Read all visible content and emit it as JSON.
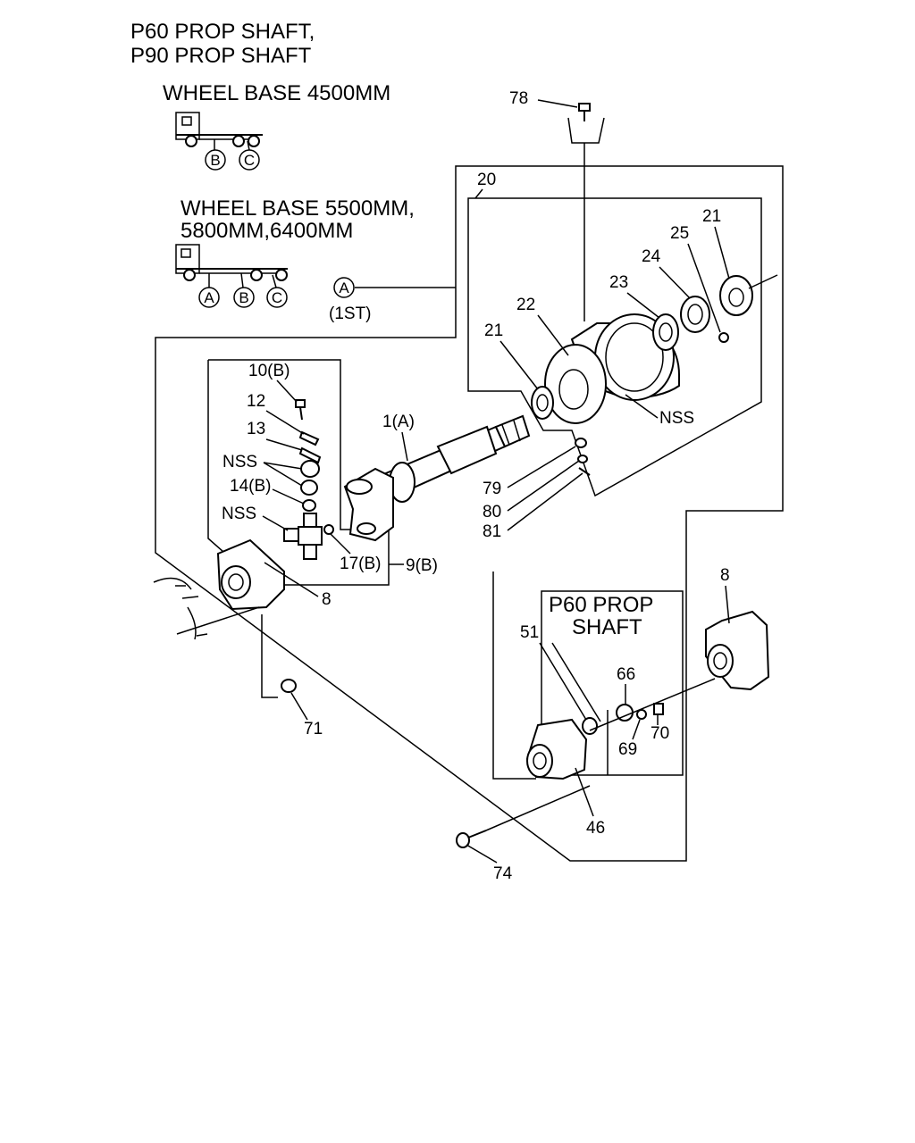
{
  "header": {
    "title_line1": "P60 PROP SHAFT,",
    "title_line2": "P90 PROP SHAFT"
  },
  "wheelbase_1": {
    "label": "WHEEL BASE 4500MM",
    "shaft_markers": [
      "B",
      "C"
    ]
  },
  "wheelbase_2": {
    "label_line1": "WHEEL BASE 5500MM,",
    "label_line2": "5800MM,6400MM",
    "shaft_markers": [
      "A",
      "B",
      "C"
    ]
  },
  "assembly_ref": {
    "marker": "A",
    "note": "(1ST)"
  },
  "inset_box": {
    "title_line1": "P60 PROP",
    "title_line2": "SHAFT"
  },
  "callouts": {
    "p78": "78",
    "p20": "20",
    "p21_top": "21",
    "p25": "25",
    "p24": "24",
    "p23": "23",
    "p22": "22",
    "p21_left": "21",
    "nss_bracket": "NSS",
    "p10b": "10(B)",
    "p12": "12",
    "p13": "13",
    "nss_caps": "NSS",
    "p14b": "14(B)",
    "nss_spider": "NSS",
    "p1a": "1(A)",
    "p79": "79",
    "p80": "80",
    "p81": "81",
    "p17b": "17(B)",
    "p9b": "9(B)",
    "p8_left": "8",
    "p8_right": "8",
    "p71": "71",
    "p51": "51",
    "p66": "66",
    "p69": "69",
    "p70": "70",
    "p46": "46",
    "p74": "74"
  }
}
